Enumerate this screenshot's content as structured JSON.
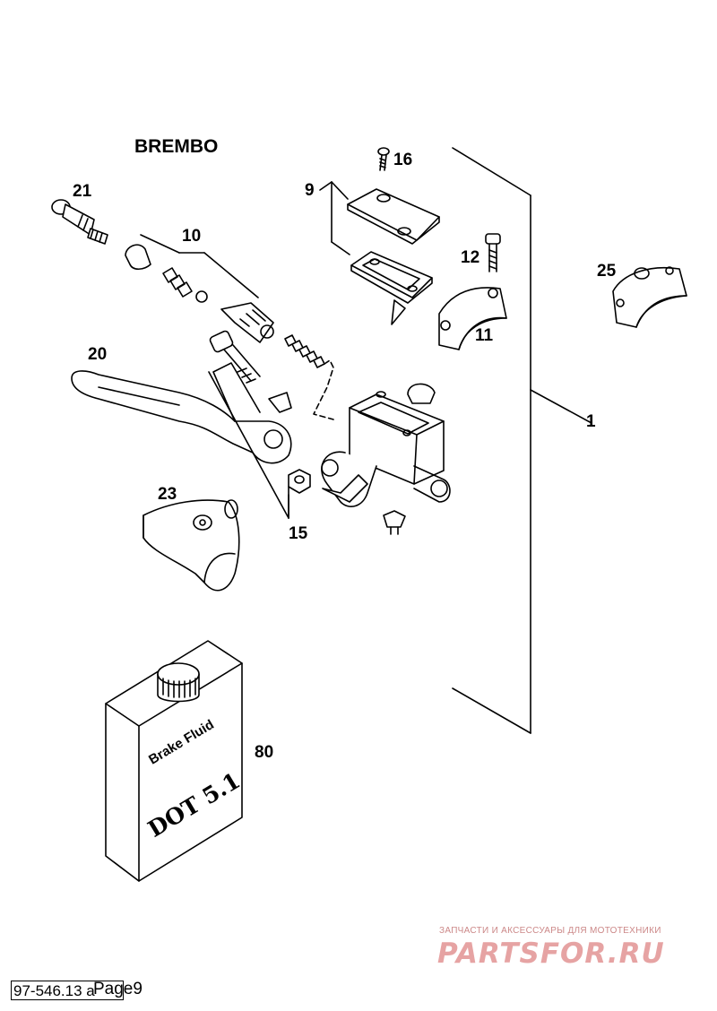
{
  "header": {
    "brand": "BREMBO"
  },
  "callouts": {
    "c1": "1",
    "c9": "9",
    "c10": "10",
    "c11": "11",
    "c12": "12",
    "c15": "15",
    "c16": "16",
    "c20": "20",
    "c21": "21",
    "c23": "23",
    "c25": "25",
    "c80": "80"
  },
  "bottle": {
    "line1": "Brake Fluid",
    "line2": "DOT 5.1"
  },
  "watermark": {
    "text": "ЗАПЧАСТИ И АКСЕССУАРЫ ДЛЯ МОТОТЕХНИКИ",
    "logo": "PARTSFOR.RU"
  },
  "footer": {
    "doc_number": "97-546.13 a",
    "page": "Page9"
  }
}
